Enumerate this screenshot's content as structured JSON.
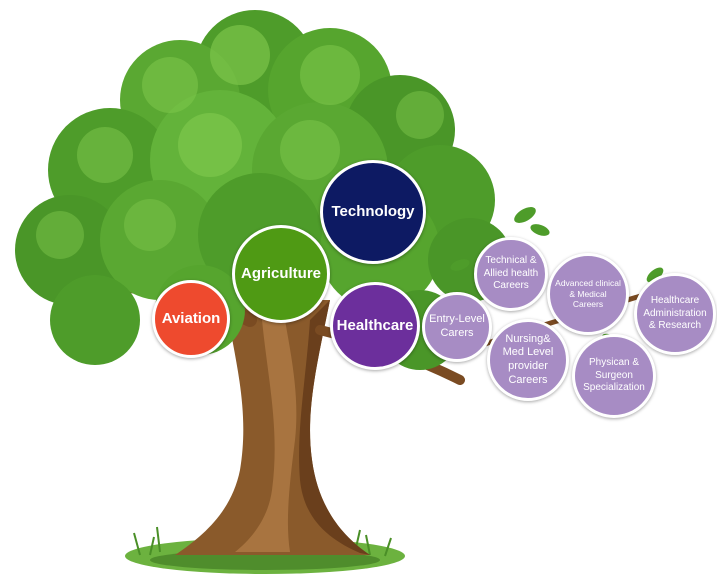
{
  "nodes": {
    "technology": "Technology",
    "agriculture": "Agriculture",
    "aviation": "Aviation",
    "healthcare": "Healthcare",
    "entry_level": "Entry-Level Carers",
    "technical_allied": "Technical & Allied health Careers",
    "nursing_med": "Nursing& Med Level provider Careers",
    "advanced_clinical": "Advanced clinical & Medical Careers",
    "physician_surgeon": "Physican & Surgeon Specialization",
    "healthcare_admin": "Healthcare Administration & Research"
  },
  "colors": {
    "technology": "#0d1a63",
    "agriculture": "#4f9a14",
    "aviation": "#ee4a2e",
    "healthcare": "#6c2f9c",
    "sub_nodes": "#a78cc4",
    "foliage": "#4e9c2a",
    "trunk": "#8a5a2b",
    "grass": "#63a83a"
  }
}
